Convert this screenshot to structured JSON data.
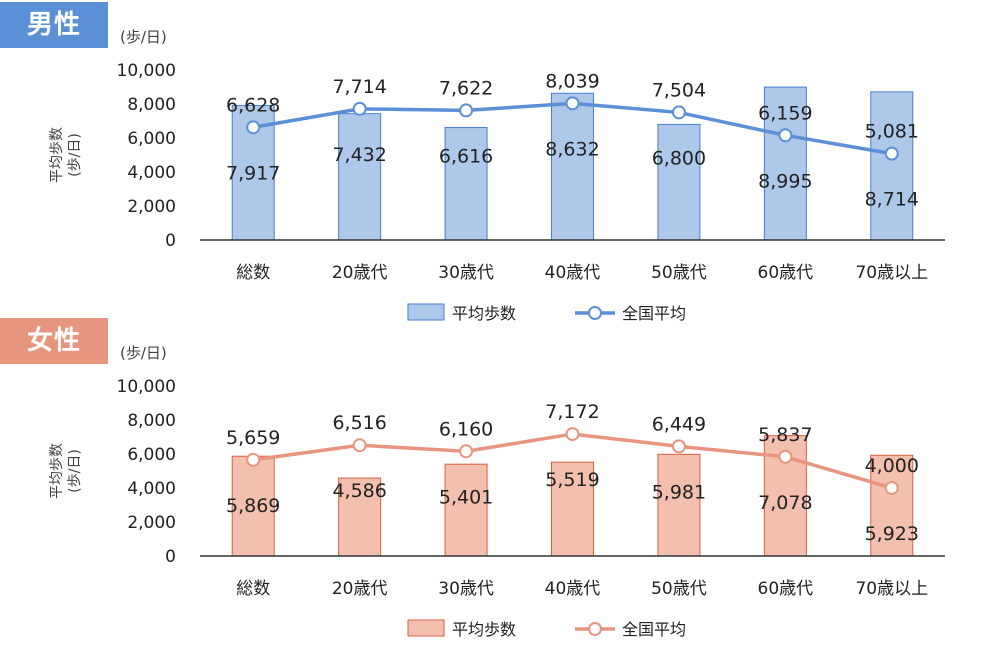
{
  "chart_data": [
    {
      "type": "bar",
      "title": "男性",
      "unit": "(歩/日)",
      "ylabel": "平均歩数\n(歩/日)",
      "ylim": [
        0,
        10000
      ],
      "yticks": [
        "0",
        "2,000",
        "4,000",
        "6,000",
        "8,000",
        "10,000"
      ],
      "categories": [
        "総数",
        "20歳代",
        "30歳代",
        "40歳代",
        "50歳代",
        "60歳代",
        "70歳以上"
      ],
      "series": [
        {
          "name": "平均歩数",
          "type": "bar",
          "values": [
            7917,
            7432,
            6616,
            8632,
            6800,
            8995,
            8714
          ],
          "labels": [
            "7,917",
            "7,432",
            "6,616",
            "8,632",
            "6,800",
            "8,995",
            "8,714"
          ]
        },
        {
          "name": "全国平均",
          "type": "line",
          "values": [
            6628,
            7714,
            7622,
            8039,
            7504,
            6159,
            5081
          ],
          "labels": [
            "6,628",
            "7,714",
            "7,622",
            "8,039",
            "7,504",
            "6,159",
            "5,081"
          ]
        }
      ],
      "colors": {
        "badge": "#5b8fd6",
        "bar_fill": "#aec8ea",
        "bar_stroke": "#4a7fcf",
        "line": "#5b8fd6"
      }
    },
    {
      "type": "bar",
      "title": "女性",
      "unit": "(歩/日)",
      "ylabel": "平均歩数\n(歩/日)",
      "ylim": [
        0,
        10000
      ],
      "yticks": [
        "0",
        "2,000",
        "4,000",
        "6,000",
        "8,000",
        "10,000"
      ],
      "categories": [
        "総数",
        "20歳代",
        "30歳代",
        "40歳代",
        "50歳代",
        "60歳代",
        "70歳以上"
      ],
      "series": [
        {
          "name": "平均歩数",
          "type": "bar",
          "values": [
            5869,
            4586,
            5401,
            5519,
            5981,
            7078,
            5923
          ],
          "labels": [
            "5,869",
            "4,586",
            "5,401",
            "5,519",
            "5,981",
            "7,078",
            "5,923"
          ]
        },
        {
          "name": "全国平均",
          "type": "line",
          "values": [
            5659,
            6516,
            6160,
            7172,
            6449,
            5837,
            4000
          ],
          "labels": [
            "5,659",
            "6,516",
            "6,160",
            "7,172",
            "6,449",
            "5,837",
            "4,000"
          ]
        }
      ],
      "colors": {
        "badge": "#e8957f",
        "bar_fill": "#f3bfae",
        "bar_stroke": "#d9603c",
        "line": "#e8957f"
      }
    }
  ]
}
